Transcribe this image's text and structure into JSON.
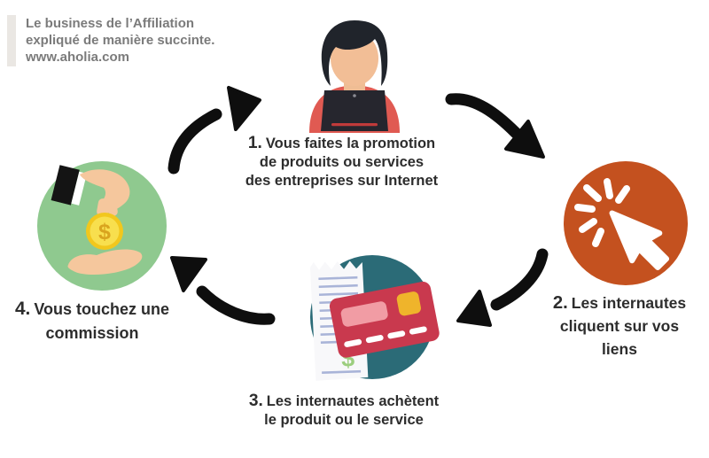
{
  "header": {
    "lines": [
      "Le business de l’Affiliation",
      "expliqué de manière succinte.",
      "www.aholia.com"
    ]
  },
  "steps": [
    {
      "number": "1.",
      "lines": [
        "Vous faites la promotion",
        "de produits ou services",
        "des entreprises sur Internet"
      ]
    },
    {
      "number": "2.",
      "lines": [
        "Les internautes",
        "cliquent sur vos",
        "liens"
      ]
    },
    {
      "number": "3.",
      "lines": [
        "Les internautes achètent",
        "le produit ou le service"
      ]
    },
    {
      "number": "4.",
      "lines": [
        "Vous touchez une",
        "commission"
      ]
    }
  ],
  "icons": {
    "step1": "person-at-laptop-icon",
    "step2": "click-cursor-icon",
    "step3": "receipt-credit-card-icon",
    "step4": "hand-giving-coin-icon",
    "flow": [
      "arrow-up-right",
      "arrow-down-right",
      "arrow-down-left",
      "arrow-up-left"
    ]
  },
  "colors": {
    "orange_circle": "#C4511F",
    "green_circle": "#8FC98F",
    "teal_circle": "#2B6B77",
    "credit_card": "#C9394E",
    "card_stripe": "#F19CA4",
    "card_chip": "#EFB42B",
    "shirt_red": "#E05A52",
    "coin_gold": "#F2C71D",
    "receipt_line_blue": "#A9B4D8",
    "dollar_green": "#9CCE7E",
    "skin": "#F5C79D",
    "arrow_black": "#0E0E0E",
    "header_gray": "#7B7B7B",
    "text_dark": "#2D2D2D"
  }
}
